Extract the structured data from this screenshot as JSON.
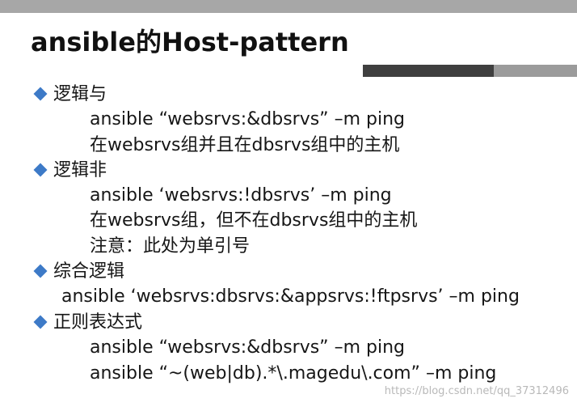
{
  "slide": {
    "title": "ansible的Host-pattern",
    "sections": [
      {
        "heading": "逻辑与",
        "lines": [
          "ansible “websrvs:&dbsrvs” –m ping",
          "在websrvs组并且在dbsrvs组中的主机"
        ]
      },
      {
        "heading": "逻辑非",
        "lines": [
          "ansible ‘websrvs:!dbsrvs’ –m ping",
          "在websrvs组，但不在dbsrvs组中的主机",
          "注意：此处为单引号"
        ]
      },
      {
        "heading": "综合逻辑",
        "lines": [
          "ansible ‘websrvs:dbsrvs:&appsrvs:!ftpsrvs’ –m ping"
        ]
      },
      {
        "heading": "正则表达式",
        "lines": [
          "ansible “websrvs:&dbsrvs” –m ping",
          "ansible “~(web|db).*\\.magedu\\.com” –m ping"
        ]
      }
    ]
  },
  "watermark": "https://blog.csdn.net/qq_37312496",
  "colors": {
    "bullet": "#3d7ac7",
    "top_band": "#a7a7a7",
    "accent_dark": "#3f3f3f",
    "accent_light": "#9b9b9b"
  }
}
